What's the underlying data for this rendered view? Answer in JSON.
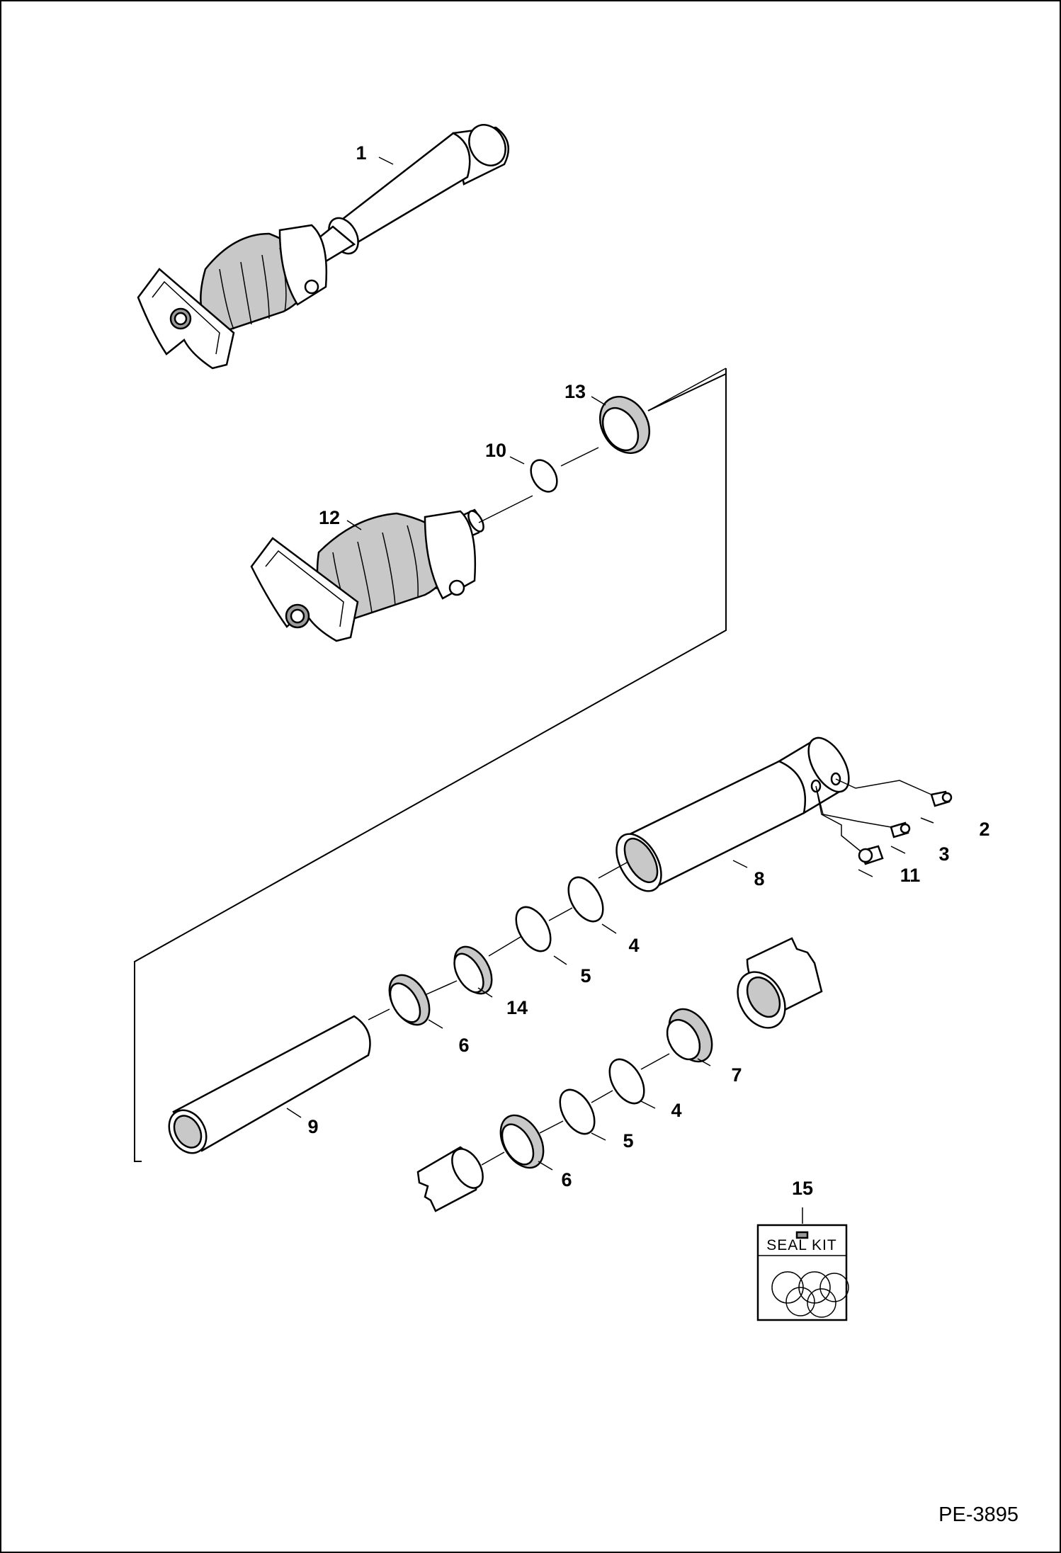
{
  "document_id": "PE-3895",
  "callouts": [
    {
      "key": "c1",
      "text": "1"
    },
    {
      "key": "c13",
      "text": "13"
    },
    {
      "key": "c10",
      "text": "10"
    },
    {
      "key": "c12",
      "text": "12"
    },
    {
      "key": "c2",
      "text": "2"
    },
    {
      "key": "c3",
      "text": "3"
    },
    {
      "key": "c11",
      "text": "11"
    },
    {
      "key": "c8",
      "text": "8"
    },
    {
      "key": "c4a",
      "text": "4"
    },
    {
      "key": "c5a",
      "text": "5"
    },
    {
      "key": "c14",
      "text": "14"
    },
    {
      "key": "c6a",
      "text": "6"
    },
    {
      "key": "c9",
      "text": "9"
    },
    {
      "key": "c7",
      "text": "7"
    },
    {
      "key": "c4b",
      "text": "4"
    },
    {
      "key": "c5b",
      "text": "5"
    },
    {
      "key": "c6b",
      "text": "6"
    },
    {
      "key": "c15",
      "text": "15"
    }
  ],
  "seal_kit": {
    "label": "SEAL KIT"
  },
  "colors": {
    "line": "#000000",
    "background": "#ffffff",
    "shade": "#c8c8c8"
  }
}
